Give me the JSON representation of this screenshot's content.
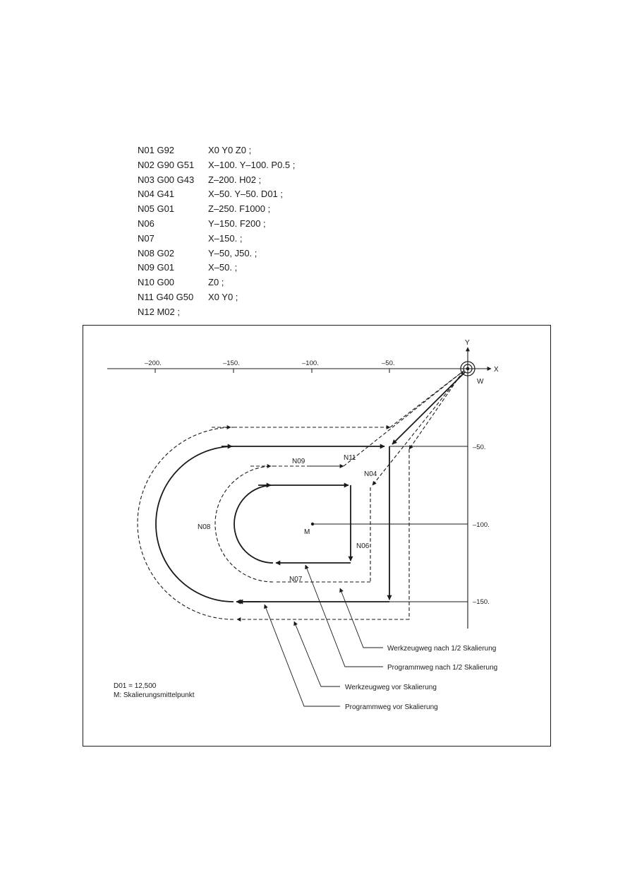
{
  "program": [
    {
      "block": "N01 G92",
      "cmd": "X0 Y0 Z0 ;"
    },
    {
      "block": "N02 G90 G51",
      "cmd": "X–100. Y–100. P0.5 ;"
    },
    {
      "block": "N03 G00 G43",
      "cmd": "Z–200. H02 ;"
    },
    {
      "block": "N04 G41",
      "cmd": "X–50. Y–50. D01 ;"
    },
    {
      "block": "N05 G01",
      "cmd": "Z–250. F1000 ;"
    },
    {
      "block": "N06",
      "cmd": "Y–150. F200 ;"
    },
    {
      "block": "N07",
      "cmd": "X–150. ;"
    },
    {
      "block": "N08 G02",
      "cmd": "Y–50, J50. ;"
    },
    {
      "block": "N09 G01",
      "cmd": "X–50. ;"
    },
    {
      "block": "N10 G00",
      "cmd": "Z0 ;"
    },
    {
      "block": "N11 G40 G50",
      "cmd": "X0 Y0 ;"
    },
    {
      "block": "N12 M02 ;",
      "cmd": ""
    }
  ],
  "axes": {
    "x_name": "X",
    "y_name": "Y",
    "origin_label": "W",
    "x_ticks": [
      "–200.",
      "–150.",
      "–100.",
      "–50."
    ],
    "y_ticks": [
      "–50.",
      "–100.",
      "–150."
    ]
  },
  "path_labels": {
    "n04": "N04",
    "n06": "N06",
    "n07": "N07",
    "n08": "N08",
    "n09": "N09",
    "n11": "N11",
    "center": "M"
  },
  "legend": {
    "tool_half": "Werkzeugweg nach 1/2 Skalierung",
    "prog_half": "Programmweg nach 1/2 Skalierung",
    "tool_full": "Werkzeugweg vor Skalierung",
    "prog_full": "Programmweg vor Skalierung"
  },
  "notes": {
    "d01": "D01 = 12,500",
    "m": "M: Skalierungsmittelpunkt"
  }
}
